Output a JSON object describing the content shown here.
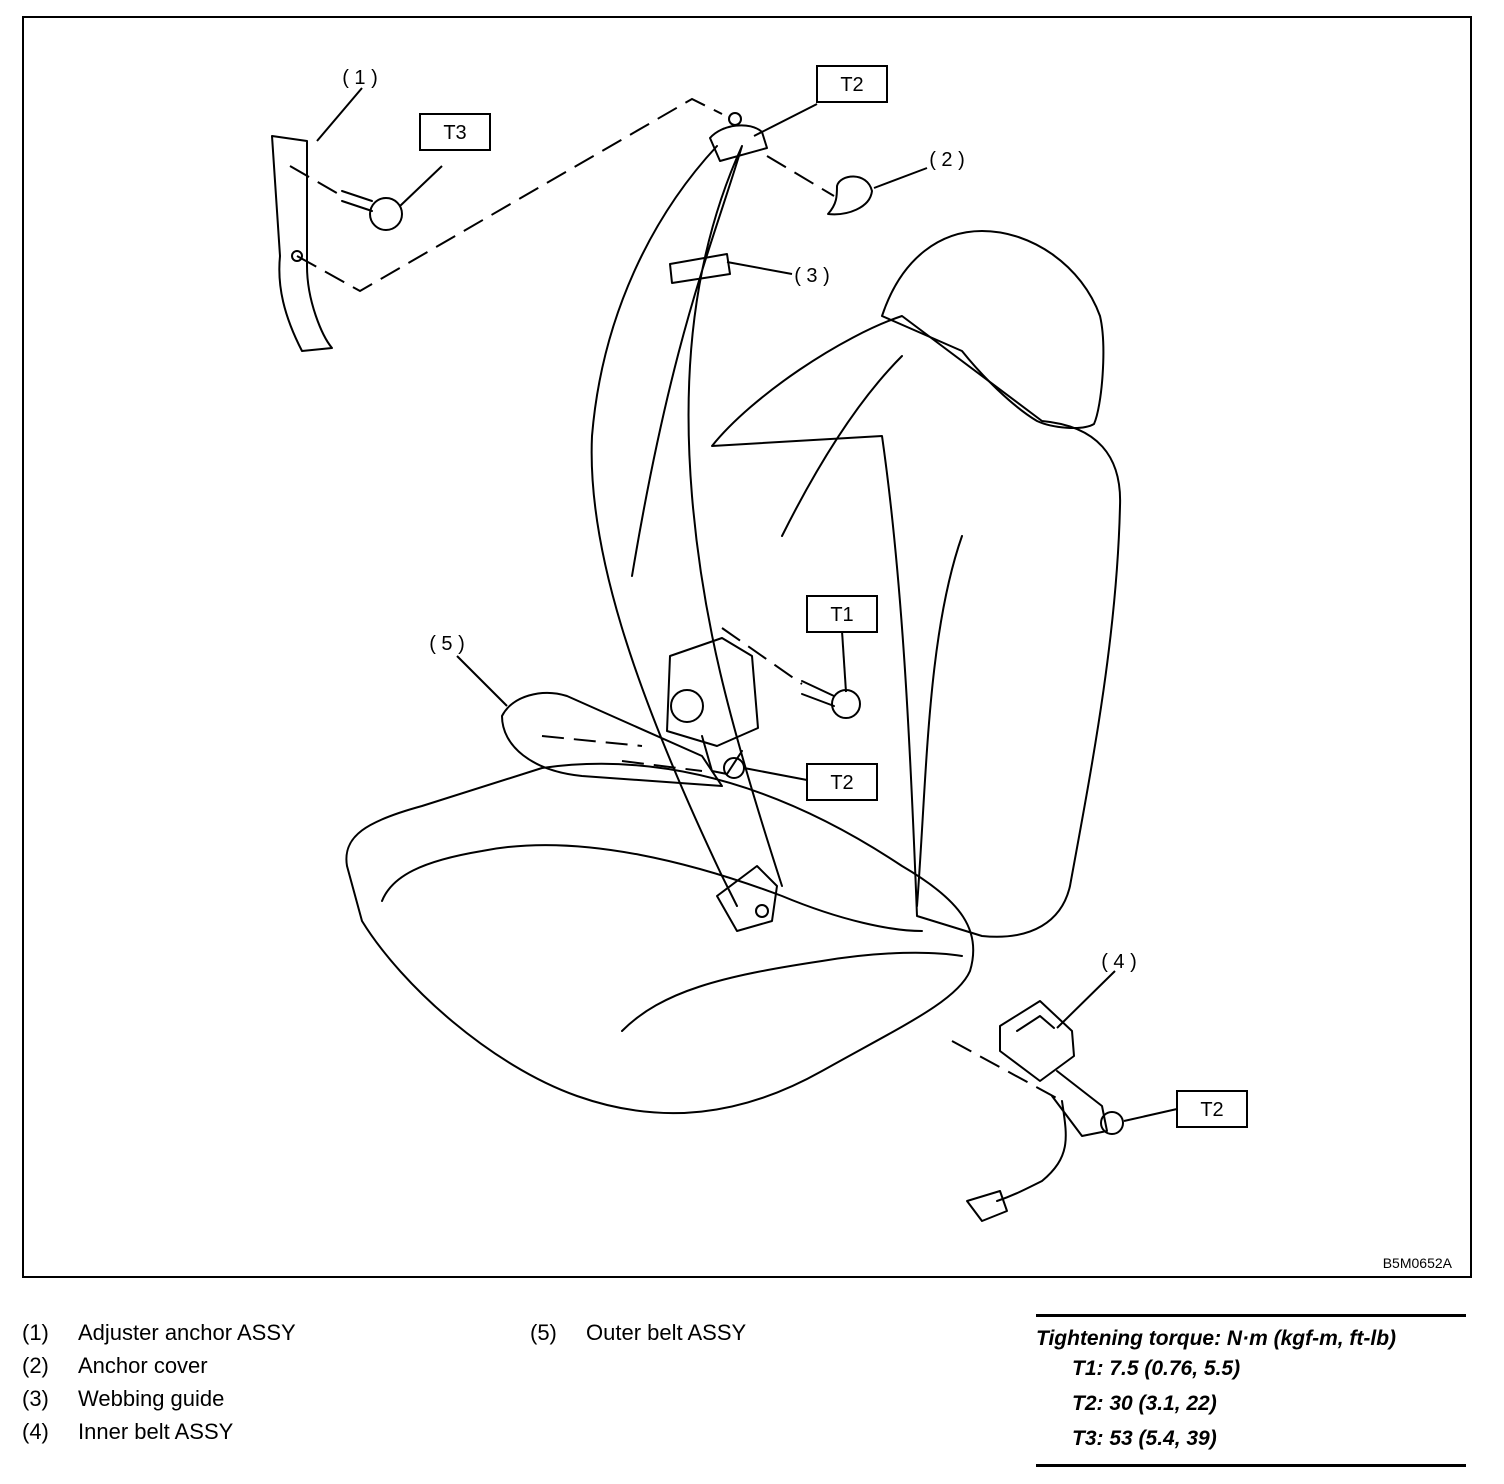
{
  "figure": {
    "code": "B5M0652A",
    "callouts": {
      "c1": "( 1 )",
      "c2": "( 2 )",
      "c3": "( 3 )",
      "c4": "( 4 )",
      "c5": "( 5 )"
    },
    "torque_labels": {
      "t1": "T1",
      "t2_top": "T2",
      "t2_mid": "T2",
      "t2_bottom": "T2",
      "t3": "T3"
    }
  },
  "legend": {
    "items": [
      {
        "num": "(1)",
        "label": "Adjuster anchor ASSY"
      },
      {
        "num": "(2)",
        "label": "Anchor cover"
      },
      {
        "num": "(3)",
        "label": "Webbing guide"
      },
      {
        "num": "(4)",
        "label": "Inner belt ASSY"
      },
      {
        "num": "(5)",
        "label": "Outer belt ASSY"
      }
    ]
  },
  "torque_spec": {
    "title": "Tightening torque: N·m (kgf-m, ft-lb)",
    "values": [
      "T1: 7.5 (0.76, 5.5)",
      "T2: 30 (3.1, 22)",
      "T3: 53 (5.4, 39)"
    ]
  }
}
